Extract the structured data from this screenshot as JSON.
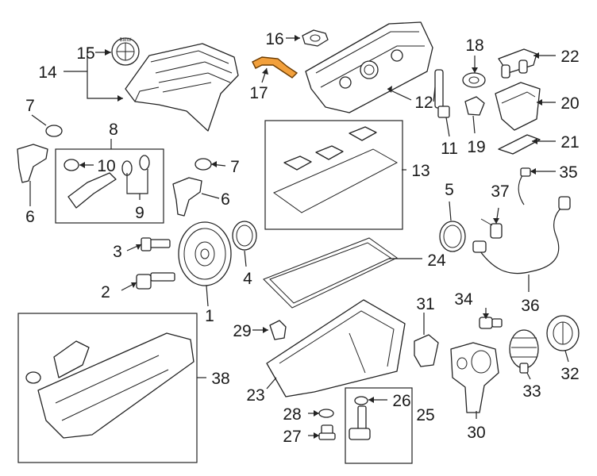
{
  "diagram": {
    "highlight_color": "#f2a03c",
    "logo_text": "BMW",
    "callouts": {
      "c1": "1",
      "c2": "2",
      "c3": "3",
      "c4": "4",
      "c5": "5",
      "c6a": "6",
      "c6b": "6",
      "c7a": "7",
      "c7b": "7",
      "c8": "8",
      "c9": "9",
      "c10": "10",
      "c11": "11",
      "c12": "12",
      "c13": "13",
      "c14": "14",
      "c15": "15",
      "c16": "16",
      "c17": "17",
      "c18": "18",
      "c19": "19",
      "c20": "20",
      "c21": "21",
      "c22": "22",
      "c23": "23",
      "c24": "24",
      "c25": "25",
      "c26": "26",
      "c27": "27",
      "c28": "28",
      "c29": "29",
      "c30": "30",
      "c31": "31",
      "c32": "32",
      "c33": "33",
      "c34": "34",
      "c35": "35",
      "c36": "36",
      "c37": "37",
      "c38": "38"
    }
  }
}
